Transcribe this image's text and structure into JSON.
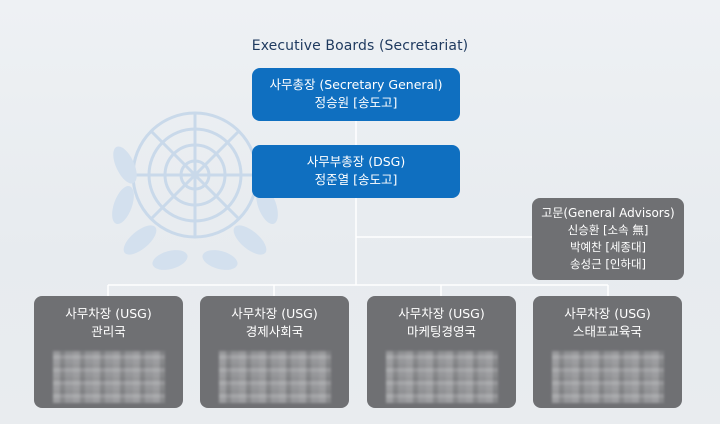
{
  "title": "Executive Boards (Secretariat)",
  "secretary_general": {
    "role": "사무총장 (Secretary General)",
    "name": "정승원 [송도고]"
  },
  "deputy_secretary_general": {
    "role": "사무부총장 (DSG)",
    "name": "정준열 [송도고]"
  },
  "advisors": {
    "role": "고문(General Advisors)",
    "names": [
      "신승환 [소속 無]",
      "박예찬 [세종대]",
      "송성근 [인하대]"
    ]
  },
  "under_secretaries": [
    {
      "role": "사무차장 (USG)",
      "dept": "관리국"
    },
    {
      "role": "사무차장 (USG)",
      "dept": "경제사회국"
    },
    {
      "role": "사무차장 (USG)",
      "dept": "마케팅경영국"
    },
    {
      "role": "사무차장 (USG)",
      "dept": "스태프교육국"
    }
  ],
  "colors": {
    "blue_box": "#0f6fc0",
    "gray_box": "#6f7073",
    "title_text": "#1f3a5f",
    "connector": "#ffffff"
  },
  "background_icon": "un-emblem-icon"
}
